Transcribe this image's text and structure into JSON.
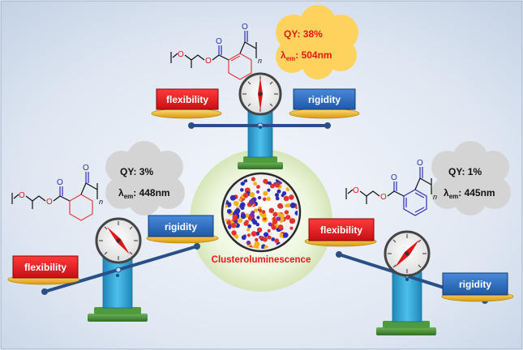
{
  "center": {
    "label": "Clusteroluminescence"
  },
  "top": {
    "left_box": "flexibility",
    "right_box": "rigidity",
    "qy_label": "QY: 38%",
    "lambda_value": ": 504nm",
    "subscript_n": "n"
  },
  "left": {
    "bottom_box": "flexibility",
    "top_box": "rigidity",
    "qy_label": "QY: 3%",
    "lambda_value": ": 448nm",
    "subscript_n": "n"
  },
  "right": {
    "top_box": "flexibility",
    "bottom_box": "rigidity",
    "qy_label": "QY: 1%",
    "lambda_value": ": 445nm",
    "subscript_n": "n"
  },
  "symbols": {
    "lambda": "λ",
    "em": "em"
  },
  "colors": {
    "flexibility_box": "#e8141c",
    "rigidity_box": "#2f6fc0",
    "top_cloud": "#fcd15a",
    "gray_cloud": "#d2d2d2",
    "background": "#d7e1ef",
    "glow": "#e6f2cf",
    "stand": "#33a7d8",
    "base": "#3d8a33",
    "pan": "#f2c12a",
    "structure_red": "#e53a3a",
    "structure_blue": "#2d2fb0"
  }
}
